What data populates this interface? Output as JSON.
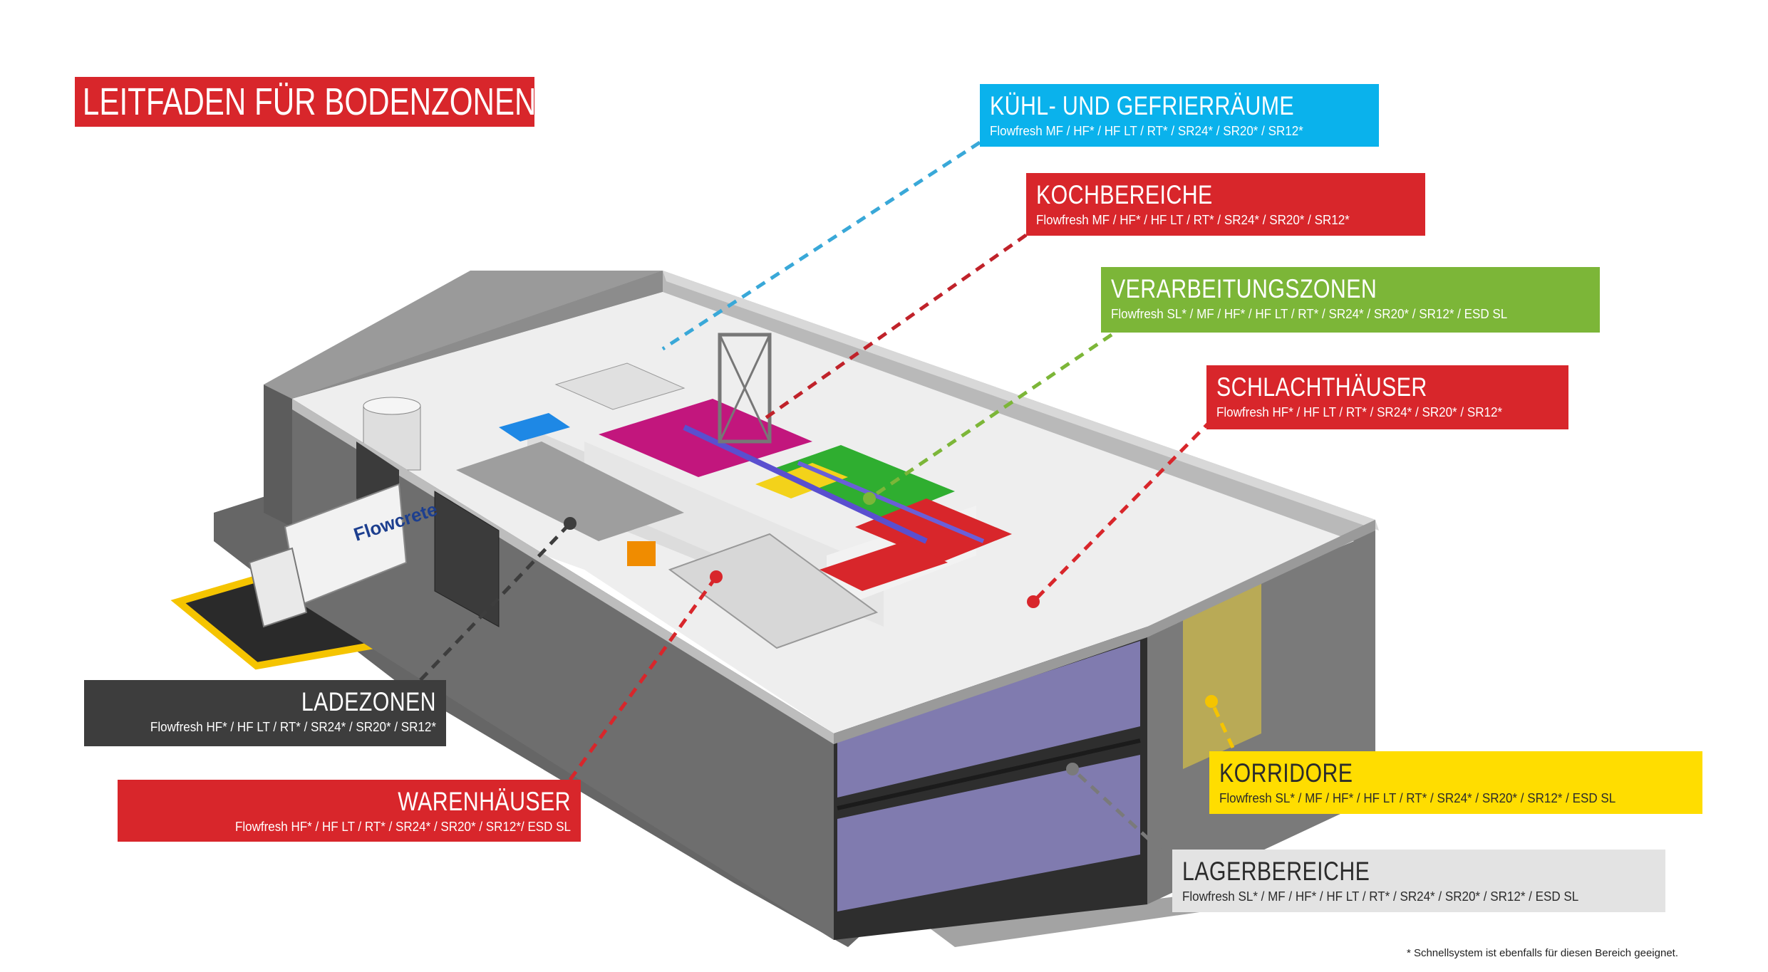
{
  "title": "LEITFADEN FÜR BODENZONEN",
  "footnote": "* Schnellsystem ist ebenfalls für diesen Bereich geeignet.",
  "truck_logo": "Flowcrete",
  "colors": {
    "red": "#d8262b",
    "blue": "#0ab2ec",
    "green": "#7cb638",
    "dark_gray": "#3d3d3d",
    "yellow": "#ffdd00",
    "light_gray": "#e3e3e3"
  },
  "zones": [
    {
      "id": "kuehl",
      "title": "KÜHL- UND GEFRIERRÄUME",
      "products": "Flowfresh MF / HF* / HF LT / RT* / SR24* / SR20* / SR12*",
      "color": "#0ab2ec"
    },
    {
      "id": "koch",
      "title": "KOCHBEREICHE",
      "products": "Flowfresh MF / HF* / HF LT / RT* / SR24* / SR20* / SR12*",
      "color": "#d8262b"
    },
    {
      "id": "verarbeitung",
      "title": "VERARBEITUNGSZONEN",
      "products": "Flowfresh SL* / MF / HF* / HF LT / RT* / SR24* / SR20* / SR12* / ESD SL",
      "color": "#7cb638"
    },
    {
      "id": "schlacht",
      "title": "SCHLACHTHÄUSER",
      "products": "Flowfresh HF* / HF LT / RT* / SR24* / SR20* / SR12*",
      "color": "#d8262b"
    },
    {
      "id": "lade",
      "title": "LADEZONEN",
      "products": "Flowfresh HF* / HF LT / RT* / SR24* / SR20* / SR12*",
      "color": "#3d3d3d"
    },
    {
      "id": "waren",
      "title": "WARENHÄUSER",
      "products": "Flowfresh HF* / HF LT / RT* / SR24* / SR20* / SR12*/ ESD SL",
      "color": "#d8262b"
    },
    {
      "id": "korridor",
      "title": "KORRIDORE",
      "products": "Flowfresh SL* / MF / HF* / HF LT / RT* / SR24* / SR20* / SR12* / ESD SL",
      "color": "#ffdd00"
    },
    {
      "id": "lager",
      "title": "LAGERBEREICHE",
      "products": "Flowfresh SL* / MF / HF* / HF LT / RT* / SR24* / SR20* / SR12* / ESD SL",
      "color": "#e3e3e3"
    }
  ]
}
